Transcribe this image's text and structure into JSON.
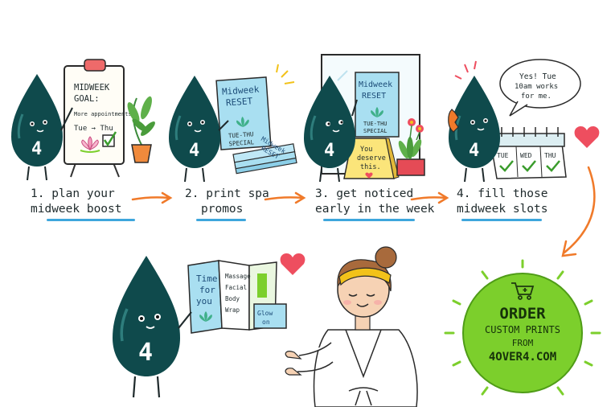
{
  "colors": {
    "drop": "#0f4a4c",
    "drop_highlight": "#2e7d7c",
    "accent_orange": "#f07a2a",
    "accent_blue": "#3ea6dc",
    "green": "#7ccf2c",
    "heart": "#ee4e5f",
    "sky_card": "#a9dff1",
    "yellow_card": "#fbe57a"
  },
  "icons": [
    "water-drop-mascot",
    "heart-icon",
    "shopping-cart-icon",
    "potted-plant-icon",
    "lotus-icon",
    "phone-icon",
    "calendar-icon",
    "checkmark-icon"
  ],
  "mascot_number": "4",
  "steps": [
    {
      "number": "1.",
      "line1": "plan your",
      "line2": "midweek boost"
    },
    {
      "number": "2.",
      "line1": "print spa",
      "line2": "promos"
    },
    {
      "number": "3.",
      "line1": "get noticed",
      "line2": "early in the week"
    },
    {
      "number": "4.",
      "line1": "fill those",
      "line2": "midweek slots"
    }
  ],
  "scene1": {
    "board_title": "MIDWEEK",
    "board_subtitle": "GOAL:",
    "board_line": "More appointments",
    "board_days": "Tue → Thu"
  },
  "scene2": {
    "poster_title1": "Midweek",
    "poster_title2": "RESET",
    "poster_special1": "TUE-THU",
    "poster_special2": "SPECIAL",
    "stack_text1": "Midweek",
    "stack_text2": "RESET"
  },
  "scene3": {
    "poster_title1": "Midweek",
    "poster_title2": "RESET",
    "poster_special1": "TUE-THU",
    "poster_special2": "SPECIAL",
    "sign_line1": "You",
    "sign_line2": "deserve",
    "sign_line3": "this."
  },
  "scene4": {
    "bubble_line1": "Yes! Tue",
    "bubble_line2": "10am works",
    "bubble_line3": "for me.",
    "cal_days": [
      "TUE",
      "WED",
      "THU"
    ]
  },
  "scene5": {
    "brochure_cover1": "Time",
    "brochure_cover2": "for",
    "brochure_cover3": "you",
    "menu": [
      "Massage",
      "Facial",
      "Body",
      "Wrap"
    ],
    "card_line1": "Glow",
    "card_line2": "on"
  },
  "cta": {
    "line1": "ORDER",
    "line2": "CUSTOM PRINTS",
    "line3": "FROM",
    "line4": "4OVER4.COM"
  }
}
